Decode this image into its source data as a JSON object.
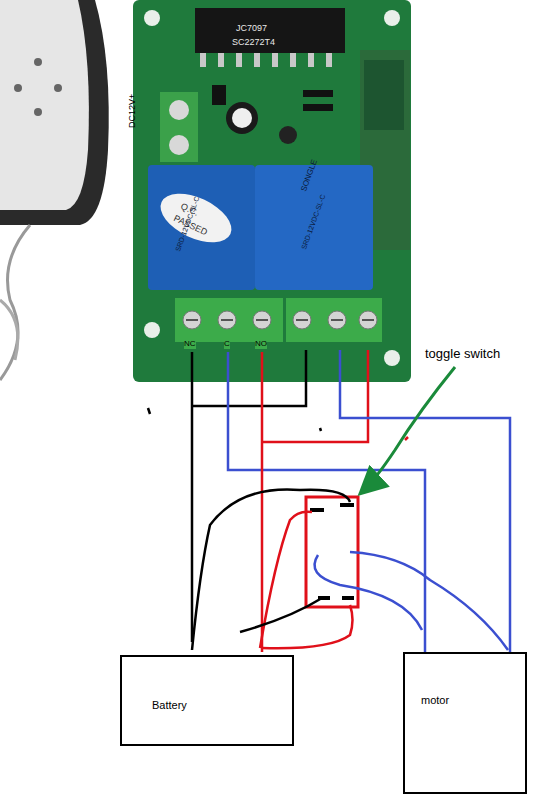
{
  "diagram": {
    "nodes": [
      {
        "text": [
          "Battery"
        ]
      },
      {
        "text": [
          "motor"
        ]
      }
    ],
    "labels": [
      "NC",
      "C",
      "NO",
      "toggle switch",
      "SC2272T4",
      "JC7097",
      "DC12V+",
      "Q.C.",
      "PASSED",
      "SONGLE",
      "SRD-12VDC-SL-C",
      "SRD-12VDC-SL-C"
    ]
  }
}
